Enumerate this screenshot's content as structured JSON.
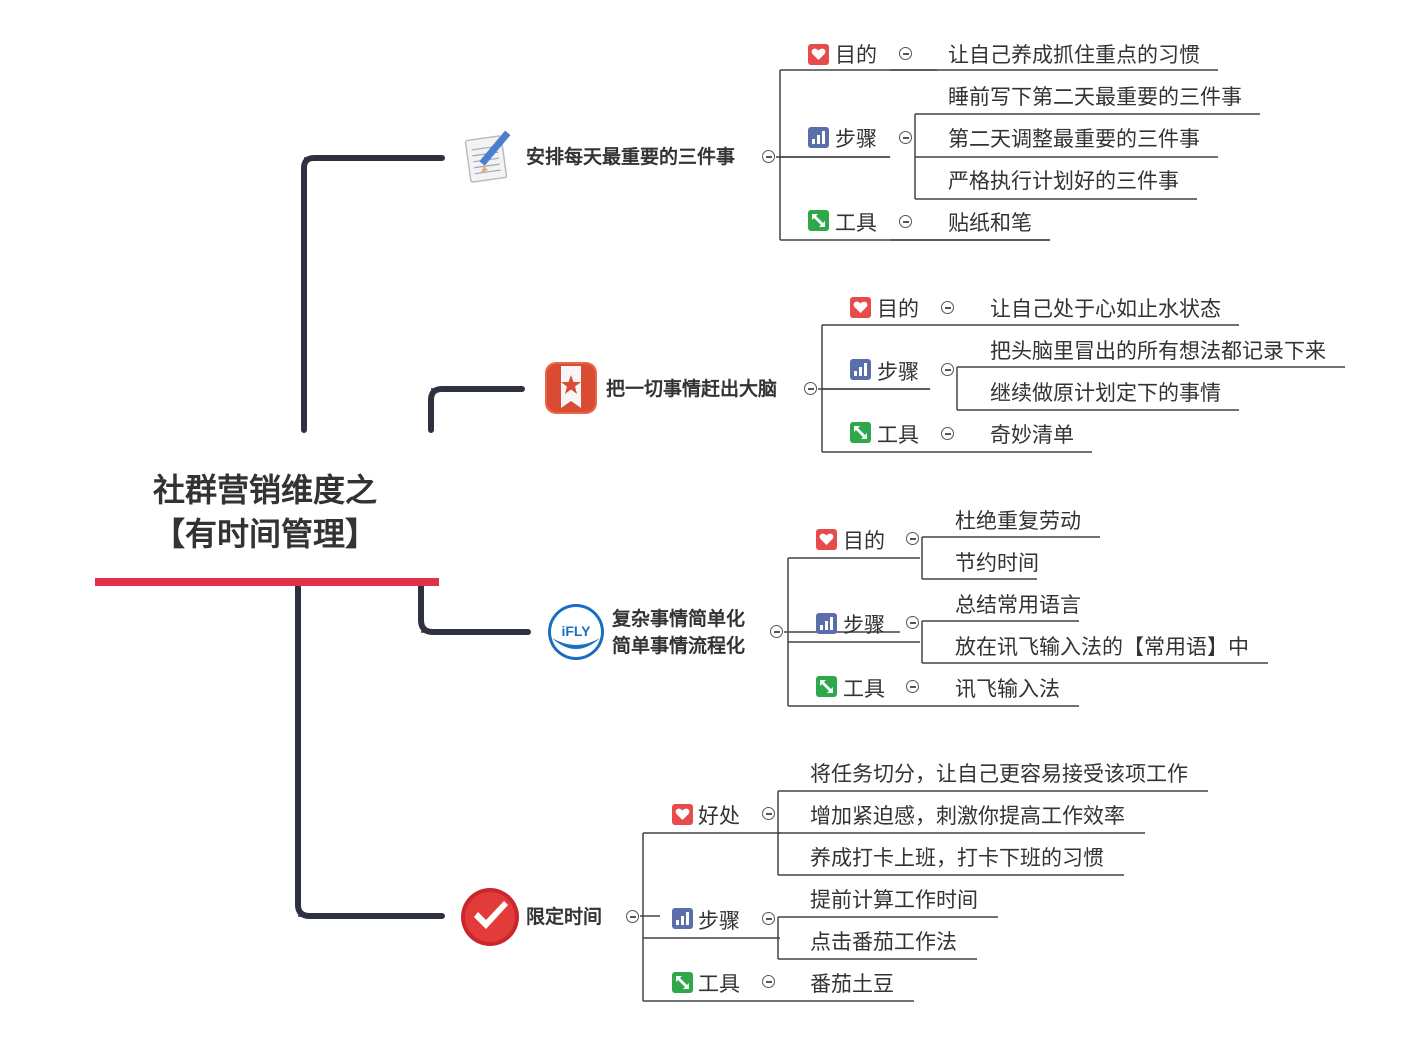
{
  "central": {
    "line1": "社群营销维度之",
    "line2": "【有时间管理】"
  },
  "colors": {
    "trunk": "#2e3140",
    "accent": "#e0304a",
    "heart": "#e64c4c",
    "chart": "#5a6eaa",
    "tool": "#2ea84a"
  },
  "branches": [
    {
      "icon": "notepad-icon",
      "title": "安排每天最重要的三件事",
      "groups": [
        {
          "badge": "heart-icon",
          "label": "目的",
          "items": [
            "让自己养成抓住重点的习惯"
          ]
        },
        {
          "badge": "chart-icon",
          "label": "步骤",
          "items": [
            "睡前写下第二天最重要的三件事",
            "第二天调整最重要的三件事",
            "严格执行计划好的三件事"
          ]
        },
        {
          "badge": "tool-icon",
          "label": "工具",
          "items": [
            "贴纸和笔"
          ]
        }
      ]
    },
    {
      "icon": "wunderlist-star-icon",
      "title": "把一切事情赶出大脑",
      "groups": [
        {
          "badge": "heart-icon",
          "label": "目的",
          "items": [
            "让自己处于心如止水状态"
          ]
        },
        {
          "badge": "chart-icon",
          "label": "步骤",
          "items": [
            "把头脑里冒出的所有想法都记录下来",
            "继续做原计划定下的事情"
          ]
        },
        {
          "badge": "tool-icon",
          "label": "工具",
          "items": [
            "奇妙清单"
          ]
        }
      ]
    },
    {
      "icon": "ifly-icon",
      "icon_text": "iFLY",
      "title_line1": "复杂事情简单化",
      "title_line2": "简单事情流程化",
      "groups": [
        {
          "badge": "heart-icon",
          "label": "目的",
          "items": [
            "杜绝重复劳动",
            "节约时间"
          ]
        },
        {
          "badge": "chart-icon",
          "label": "步骤",
          "items": [
            "总结常用语言",
            "放在讯飞输入法的【常用语】中"
          ]
        },
        {
          "badge": "tool-icon",
          "label": "工具",
          "items": [
            "讯飞输入法"
          ]
        }
      ]
    },
    {
      "icon": "red-checkmark-icon",
      "title": "限定时间",
      "groups": [
        {
          "badge": "heart-icon",
          "label": "好处",
          "items": [
            "将任务切分，让自己更容易接受该项工作",
            "增加紧迫感，刺激你提高工作效率",
            "养成打卡上班，打卡下班的习惯"
          ]
        },
        {
          "badge": "chart-icon",
          "label": "步骤",
          "items": [
            "提前计算工作时间",
            "点击番茄工作法"
          ]
        },
        {
          "badge": "tool-icon",
          "label": "工具",
          "items": [
            "番茄土豆"
          ]
        }
      ]
    }
  ]
}
